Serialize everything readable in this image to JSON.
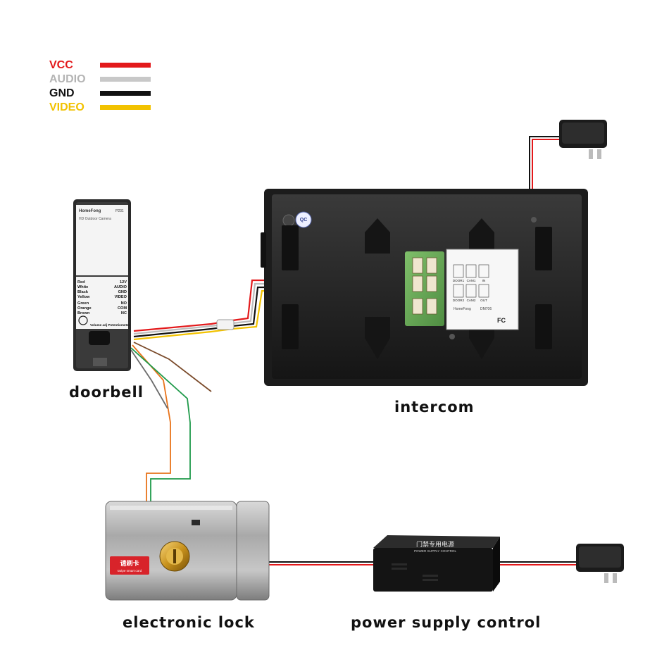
{
  "legend": [
    {
      "label": "VCC",
      "color": "#e3191b"
    },
    {
      "label": "AUDIO",
      "color": "#c8c8c8"
    },
    {
      "label": "GND",
      "color": "#111111"
    },
    {
      "label": "VIDEO",
      "color": "#f2c200"
    }
  ],
  "components": {
    "doorbell": {
      "caption": "doorbell",
      "brand": "HomeFong",
      "model": "P231",
      "subtitle": "HD Outdoor Camera",
      "pins": [
        {
          "wire": "Red",
          "fn": "12V"
        },
        {
          "wire": "White",
          "fn": "AUDIO"
        },
        {
          "wire": "Black",
          "fn": "GND"
        },
        {
          "wire": "Yellow",
          "fn": "VIDEO"
        },
        {
          "wire": "Green",
          "fn": "NO"
        },
        {
          "wire": "Orange",
          "fn": "COM"
        },
        {
          "wire": "Brown",
          "fn": "NC"
        }
      ],
      "adjust_label": "Volume adj Potentiometer"
    },
    "intercom": {
      "caption": "intercom",
      "qc": "QC",
      "label_brand": "HomeFong",
      "label_model": "DM706",
      "port_labels": [
        "DOOR1",
        "CAM1",
        "IN",
        "DOOR2",
        "CAM2",
        "OUT"
      ],
      "fc": "FC"
    },
    "lock": {
      "caption": "electronic lock",
      "badge": "请刷卡",
      "badge_sub": "swipe smart card"
    },
    "power_supply": {
      "caption": "power supply control",
      "title_cn": "门禁专用电源",
      "title_en": "POWER SUPPLY CONTROL"
    }
  }
}
